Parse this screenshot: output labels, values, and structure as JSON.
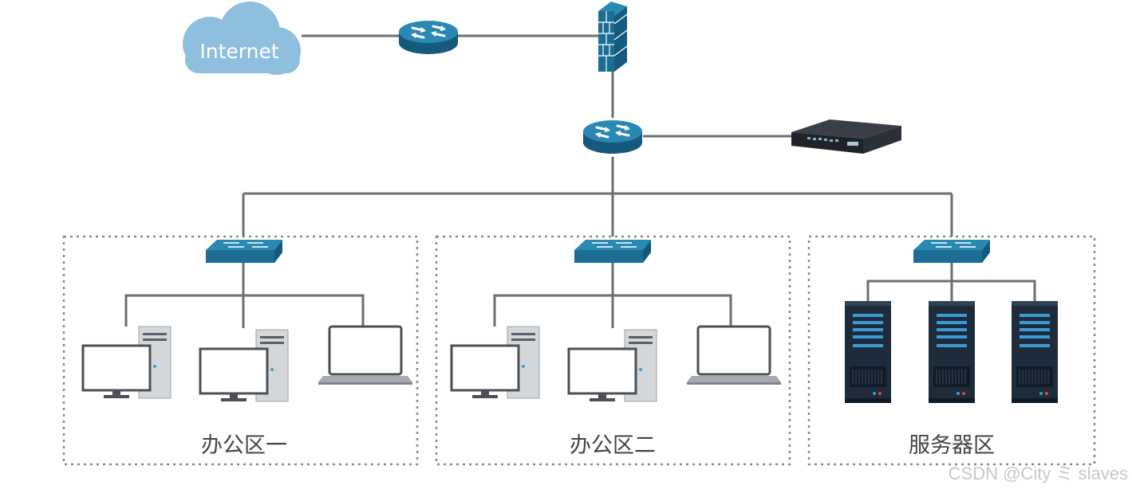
{
  "cloud": {
    "label": "Internet",
    "icon": "cloud-icon"
  },
  "devices": {
    "edge_router": {
      "icon": "router-icon"
    },
    "firewall": {
      "icon": "firewall-icon"
    },
    "core_router": {
      "icon": "router-icon"
    },
    "appliance": {
      "icon": "rack-appliance-icon"
    }
  },
  "zones": [
    {
      "label": "办公区一",
      "devices": [
        "desktop",
        "desktop",
        "laptop"
      ]
    },
    {
      "label": "办公区二",
      "devices": [
        "desktop",
        "desktop",
        "laptop"
      ]
    },
    {
      "label": "服务器区",
      "devices": [
        "server",
        "server",
        "server"
      ]
    }
  ],
  "watermark": "CSDN @City ミ  slaves",
  "colors": {
    "device_blue": "#1c6d94",
    "device_top": "#2a89b3",
    "link_gray": "#6e6e6e",
    "cloud": "#8fbfde",
    "server": "#1d2b3a",
    "server_led": "#3a9bd6"
  }
}
